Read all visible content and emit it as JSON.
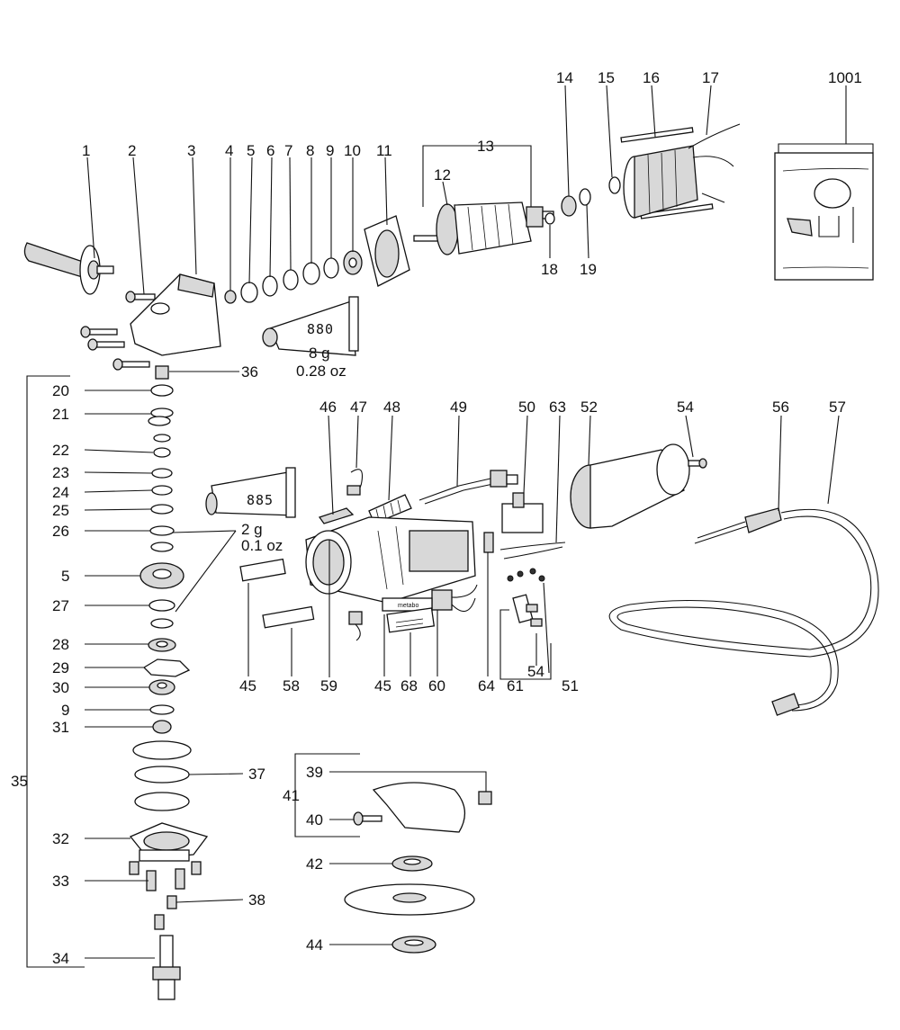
{
  "callouts": {
    "p1": "1",
    "p2": "2",
    "p3": "3",
    "p4": "4",
    "p5": "5",
    "p6": "6",
    "p7": "7",
    "p8": "8",
    "p9": "9",
    "p10": "10",
    "p11": "11",
    "p12": "12",
    "p13": "13",
    "p14": "14",
    "p15": "15",
    "p16": "16",
    "p17": "17",
    "p18": "18",
    "p19": "19",
    "p1001": "1001",
    "p36": "36",
    "p20": "20",
    "p21": "21",
    "p22": "22",
    "p23": "23",
    "p24": "24",
    "p25": "25",
    "p26": "26",
    "p5b": "5",
    "p27": "27",
    "p28": "28",
    "p29": "29",
    "p30": "30",
    "p9b": "9",
    "p31": "31",
    "p35": "35",
    "p37": "37",
    "p32": "32",
    "p33": "33",
    "p38": "38",
    "p34": "34",
    "p46": "46",
    "p47": "47",
    "p48": "48",
    "p49": "49",
    "p50": "50",
    "p63": "63",
    "p52": "52",
    "p54": "54",
    "p56": "56",
    "p57": "57",
    "p45": "45",
    "p58": "58",
    "p59": "59",
    "p45b": "45",
    "p68": "68",
    "p60": "60",
    "p64": "64",
    "p61": "61",
    "p54b": "54",
    "p51": "51",
    "p41": "41",
    "p39": "39",
    "p40": "40",
    "p42": "42",
    "p44": "44"
  },
  "grease_large": {
    "tube_label": "880",
    "weight_g": "8 g",
    "weight_oz": "0.28 oz"
  },
  "grease_small": {
    "tube_label": "885",
    "weight_g": "2 g",
    "weight_oz": "0.1 oz"
  },
  "brand_plate": "metabo"
}
